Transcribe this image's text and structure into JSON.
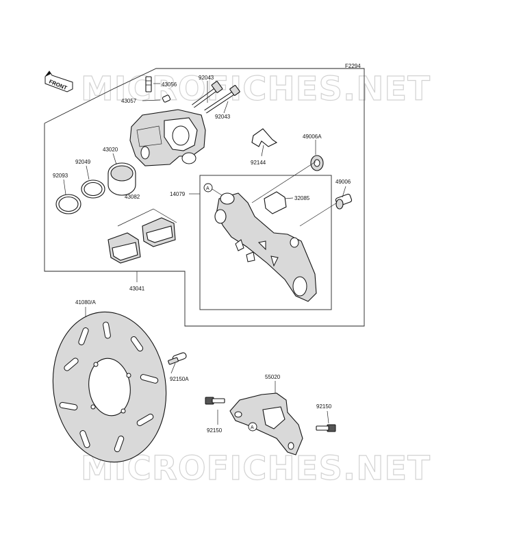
{
  "figure_code": "F2294",
  "watermark": "MICROFICHES.NET",
  "front_badge": "FRONT",
  "callout_marker": "A",
  "parts": {
    "p43056": "43056",
    "p43057": "43057",
    "p92043_top": "92043",
    "p92043_bottom": "92043",
    "p43020": "43020",
    "p92049": "92049",
    "p92093": "92093",
    "p92144": "92144",
    "p49006A": "49006A",
    "p49006": "49006",
    "p14079": "14079",
    "p32085": "32085",
    "p43082": "43082",
    "p43041": "43041",
    "p41080A": "41080/A",
    "p92150A": "92150A",
    "p55020": "55020",
    "p92150_left": "92150",
    "p92150_right": "92150"
  }
}
